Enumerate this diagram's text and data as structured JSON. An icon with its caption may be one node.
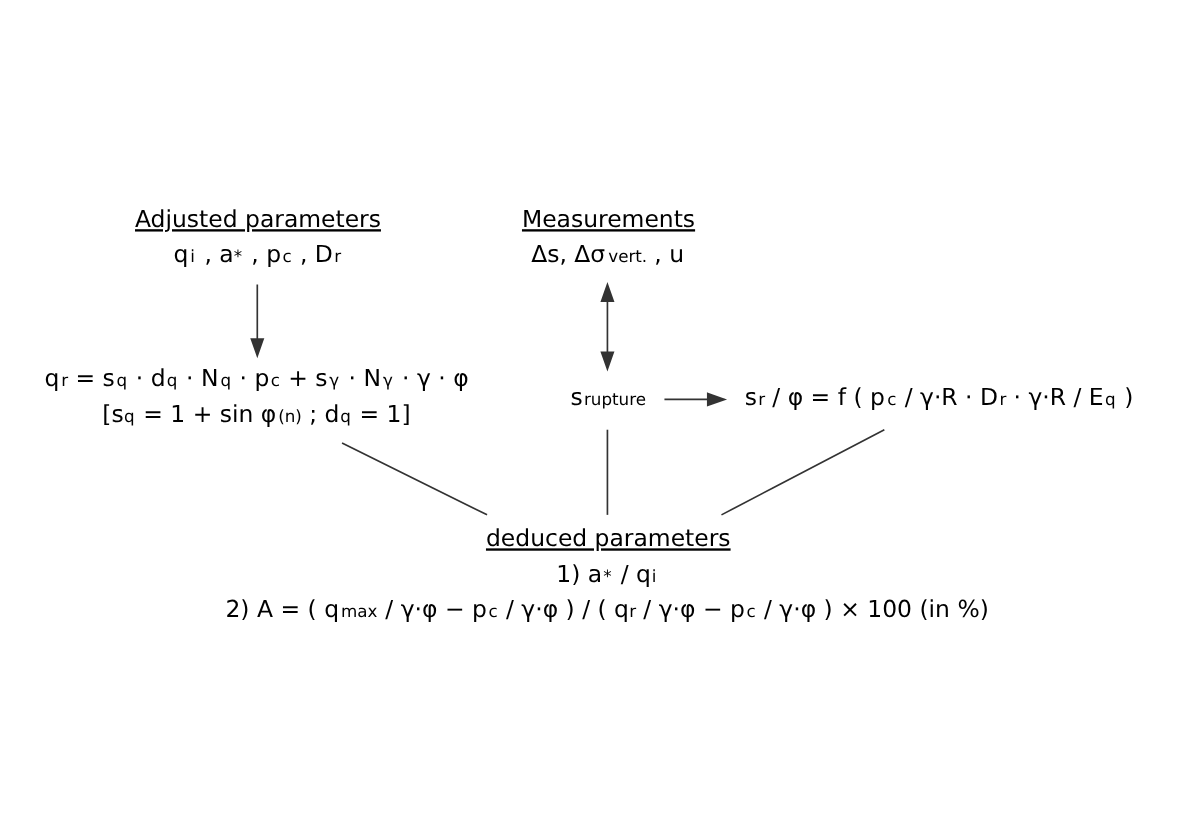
{
  "diagram": {
    "nodes": [
      {
        "text": [
          "Adjusted parameters",
          "q$_{i}$ , a$^{*}$ , p$_{c}$ , D$_{r}$"
        ]
      },
      {
        "text": [
          "q$_{r}$ = s$_{q}$ · d$_{q}$ · N$_{q}$ · p$_{c}$ + s$_{γ}$ · N$_{γ}$ · γ · φ",
          "[s$_{q}$ = 1 + sin φ$_{(n)}$ ; d$_{q}$ = 1]"
        ]
      },
      {
        "text": [
          "Measurements",
          "Δs, Δσ$_{vert.}$ , u"
        ]
      },
      {
        "text": [
          "s$_{rupture}$"
        ]
      },
      {
        "text": [
          "s$_{r}$ / φ = f ( p$_{c}$ / γ·R · D$_{r}$ · γ·R / E$_{q}$ )"
        ]
      },
      {
        "text": [
          "deduced parameters",
          "1) a$^{*}$ / q$_{i}$",
          "2) A = ( q$_{max}$ / γ·φ − p$_{c}$ / γ·φ ) / ( q$_{r}$ / γ·φ − p$_{c}$ / γ·φ ) × 100 (in %)"
        ]
      }
    ],
    "edges": [
      {
        "from": 0,
        "to": 1,
        "arrow": "to"
      },
      {
        "from": 2,
        "to": 3,
        "arrow": "both"
      },
      {
        "from": 3,
        "to": 4,
        "arrow": "to"
      },
      {
        "from": 1,
        "to": 5,
        "arrow": "none"
      },
      {
        "from": 3,
        "to": 5,
        "arrow": "none"
      },
      {
        "from": 4,
        "to": 5,
        "arrow": "none"
      }
    ]
  }
}
